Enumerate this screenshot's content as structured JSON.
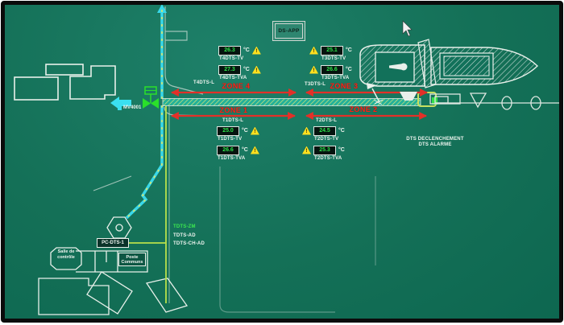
{
  "header": {
    "button_label": "DS-APP"
  },
  "zones": [
    {
      "label": "ZONE 4"
    },
    {
      "label": "ZONE 3"
    },
    {
      "label": "ZONE 1"
    },
    {
      "label": "ZONE 2"
    }
  ],
  "sensor_groups": [
    {
      "id": "t4",
      "line_label": "T4DTS-L",
      "warn_side": "right",
      "rows": [
        {
          "label": "T4DTS-TV",
          "value": "26.3",
          "unit": "°C",
          "alarm": true
        },
        {
          "label": "T4DTS-TVA",
          "value": "27.3",
          "unit": "°C",
          "alarm": true
        }
      ]
    },
    {
      "id": "t3",
      "line_label": "T3DTS-L",
      "warn_side": "left",
      "rows": [
        {
          "label": "T3DTS-TV",
          "value": "25.1",
          "unit": "°C",
          "alarm": true
        },
        {
          "label": "T3DTS-TVA",
          "value": "26.6",
          "unit": "°C",
          "alarm": true
        }
      ]
    },
    {
      "id": "t1",
      "line_label": "T1DTS-L",
      "warn_side": "right",
      "rows": [
        {
          "label": "T1DTS-TV",
          "value": "25.0",
          "unit": "°C",
          "alarm": true
        },
        {
          "label": "T1DTS-TVA",
          "value": "26.6",
          "unit": "°C",
          "alarm": true
        }
      ]
    },
    {
      "id": "t2",
      "line_label": "T2DTS-L",
      "warn_side": "left",
      "rows": [
        {
          "label": "T2DTS-TV",
          "value": "24.5",
          "unit": "°C",
          "alarm": true
        },
        {
          "label": "T2DTS-TVA",
          "value": "25.3",
          "unit": "°C",
          "alarm": true
        }
      ]
    }
  ],
  "status": {
    "line1": "DTS DECLENCHEMENT",
    "line2": "DTS ALARME"
  },
  "valve": {
    "tag": "MV4001"
  },
  "cables": [
    {
      "label": "TDTS-ZM",
      "color": "#3ce84f"
    },
    {
      "label": "TDTS-AD",
      "color": "#eef4ef"
    },
    {
      "label": "TDTS-CH-AD",
      "color": "#eef4ef"
    }
  ],
  "buildings": {
    "pc_dts": "PC-DTS-1",
    "control_room_line1": "Salle de",
    "control_room_line2": "contrôle",
    "common_post_line1": "Poste",
    "common_post_line2": "Communs"
  },
  "icons": {
    "warning_glyph": "!"
  },
  "colors": {
    "background_green": "#147057",
    "zone_red": "#e33028",
    "alarm_yellow": "#ffdf1f",
    "value_green": "#2de24a",
    "pipe_cyan": "#38d8ea",
    "pipe_dash_yellow": "#ffe84a",
    "cable_green": "#b8e04a",
    "outline_white": "#e8f0ea"
  }
}
